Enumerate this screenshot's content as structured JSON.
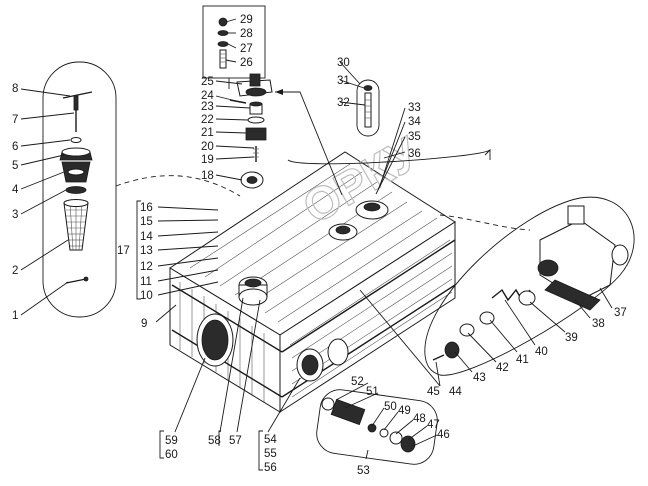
{
  "labels": [
    {
      "id": "1",
      "text": "1"
    },
    {
      "id": "2",
      "text": "2"
    },
    {
      "id": "3",
      "text": "3"
    },
    {
      "id": "4",
      "text": "4"
    },
    {
      "id": "5",
      "text": "5"
    },
    {
      "id": "6",
      "text": "6"
    },
    {
      "id": "7",
      "text": "7"
    },
    {
      "id": "8",
      "text": "8"
    },
    {
      "id": "9",
      "text": "9"
    },
    {
      "id": "10",
      "text": "10"
    },
    {
      "id": "11",
      "text": "11"
    },
    {
      "id": "12",
      "text": "12"
    },
    {
      "id": "13",
      "text": "13"
    },
    {
      "id": "14",
      "text": "14"
    },
    {
      "id": "15",
      "text": "15"
    },
    {
      "id": "16",
      "text": "16"
    },
    {
      "id": "17",
      "text": "17"
    },
    {
      "id": "18",
      "text": "18"
    },
    {
      "id": "19",
      "text": "19"
    },
    {
      "id": "20",
      "text": "20"
    },
    {
      "id": "21",
      "text": "21"
    },
    {
      "id": "22",
      "text": "22"
    },
    {
      "id": "23",
      "text": "23"
    },
    {
      "id": "24",
      "text": "24"
    },
    {
      "id": "25",
      "text": "25"
    },
    {
      "id": "26",
      "text": "26"
    },
    {
      "id": "27",
      "text": "27"
    },
    {
      "id": "28",
      "text": "28"
    },
    {
      "id": "29",
      "text": "29"
    },
    {
      "id": "30",
      "text": "30"
    },
    {
      "id": "31",
      "text": "31"
    },
    {
      "id": "32",
      "text": "32"
    },
    {
      "id": "33",
      "text": "33"
    },
    {
      "id": "34",
      "text": "34"
    },
    {
      "id": "35",
      "text": "35"
    },
    {
      "id": "36",
      "text": "36"
    },
    {
      "id": "37",
      "text": "37"
    },
    {
      "id": "38",
      "text": "38"
    },
    {
      "id": "39",
      "text": "39"
    },
    {
      "id": "40",
      "text": "40"
    },
    {
      "id": "41",
      "text": "41"
    },
    {
      "id": "42",
      "text": "42"
    },
    {
      "id": "43",
      "text": "43"
    },
    {
      "id": "44",
      "text": "44"
    },
    {
      "id": "45",
      "text": "45"
    },
    {
      "id": "46",
      "text": "46"
    },
    {
      "id": "47",
      "text": "47"
    },
    {
      "id": "48",
      "text": "48"
    },
    {
      "id": "49",
      "text": "49"
    },
    {
      "id": "50",
      "text": "50"
    },
    {
      "id": "51",
      "text": "51"
    },
    {
      "id": "52",
      "text": "52"
    },
    {
      "id": "53",
      "text": "53"
    },
    {
      "id": "54",
      "text": "54"
    },
    {
      "id": "55",
      "text": "55"
    },
    {
      "id": "56",
      "text": "56"
    },
    {
      "id": "57",
      "text": "57"
    },
    {
      "id": "58",
      "text": "58"
    },
    {
      "id": "59",
      "text": "59"
    },
    {
      "id": "60",
      "text": "60"
    }
  ],
  "watermark": {
    "text": "ОРКУ",
    "color": "#bdbdbd"
  },
  "colors": {
    "ink": "#1a1a1a",
    "background": "#ffffff"
  }
}
